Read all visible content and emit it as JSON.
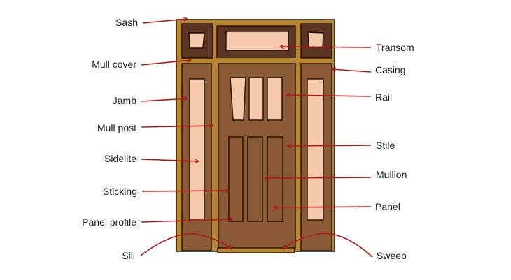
{
  "diagram": {
    "colors": {
      "frame_gold": "#b8862e",
      "wood_brown": "#8a5a34",
      "sash_dark": "#5b3422",
      "glass_peach": "#f6c9ab",
      "outline": "#1e1008",
      "arrow_red": "#b01818",
      "background": "#ffffff"
    },
    "labels_left": [
      "Sash",
      "Mull cover",
      "Jamb",
      "Mull post",
      "Sidelite",
      "Sticking",
      "Panel profile",
      "Sill"
    ],
    "labels_right": [
      "Transom",
      "Casing",
      "Rail",
      "Stile",
      "Mullion",
      "Panel",
      "Sweep"
    ]
  }
}
